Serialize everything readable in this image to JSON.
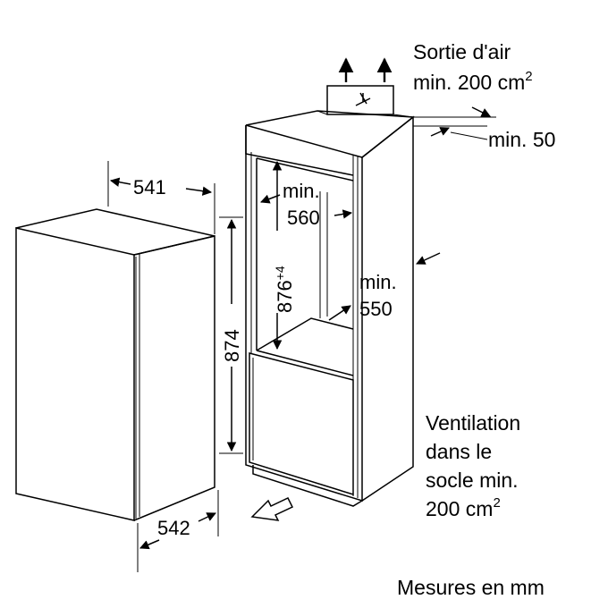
{
  "labels": {
    "air_outlet_line1": "Sortie d'air",
    "air_outlet_line2": "min. 200 cm",
    "air_outlet_sup": "2",
    "gap_top": "min. 50",
    "vent_line1": "Ventilation",
    "vent_line2": "dans le",
    "vent_line3": "socle min.",
    "vent_line4": "200 cm",
    "vent_sup": "2",
    "units": "Mesures en mm"
  },
  "dimensions": {
    "appliance_width": "541",
    "appliance_depth": "542",
    "appliance_height": "874",
    "niche_height": "876",
    "niche_height_tol": "+4",
    "niche_width_line1": "min.",
    "niche_width_line2": "560",
    "niche_depth_line1": "min.",
    "niche_depth_line2": "550"
  }
}
